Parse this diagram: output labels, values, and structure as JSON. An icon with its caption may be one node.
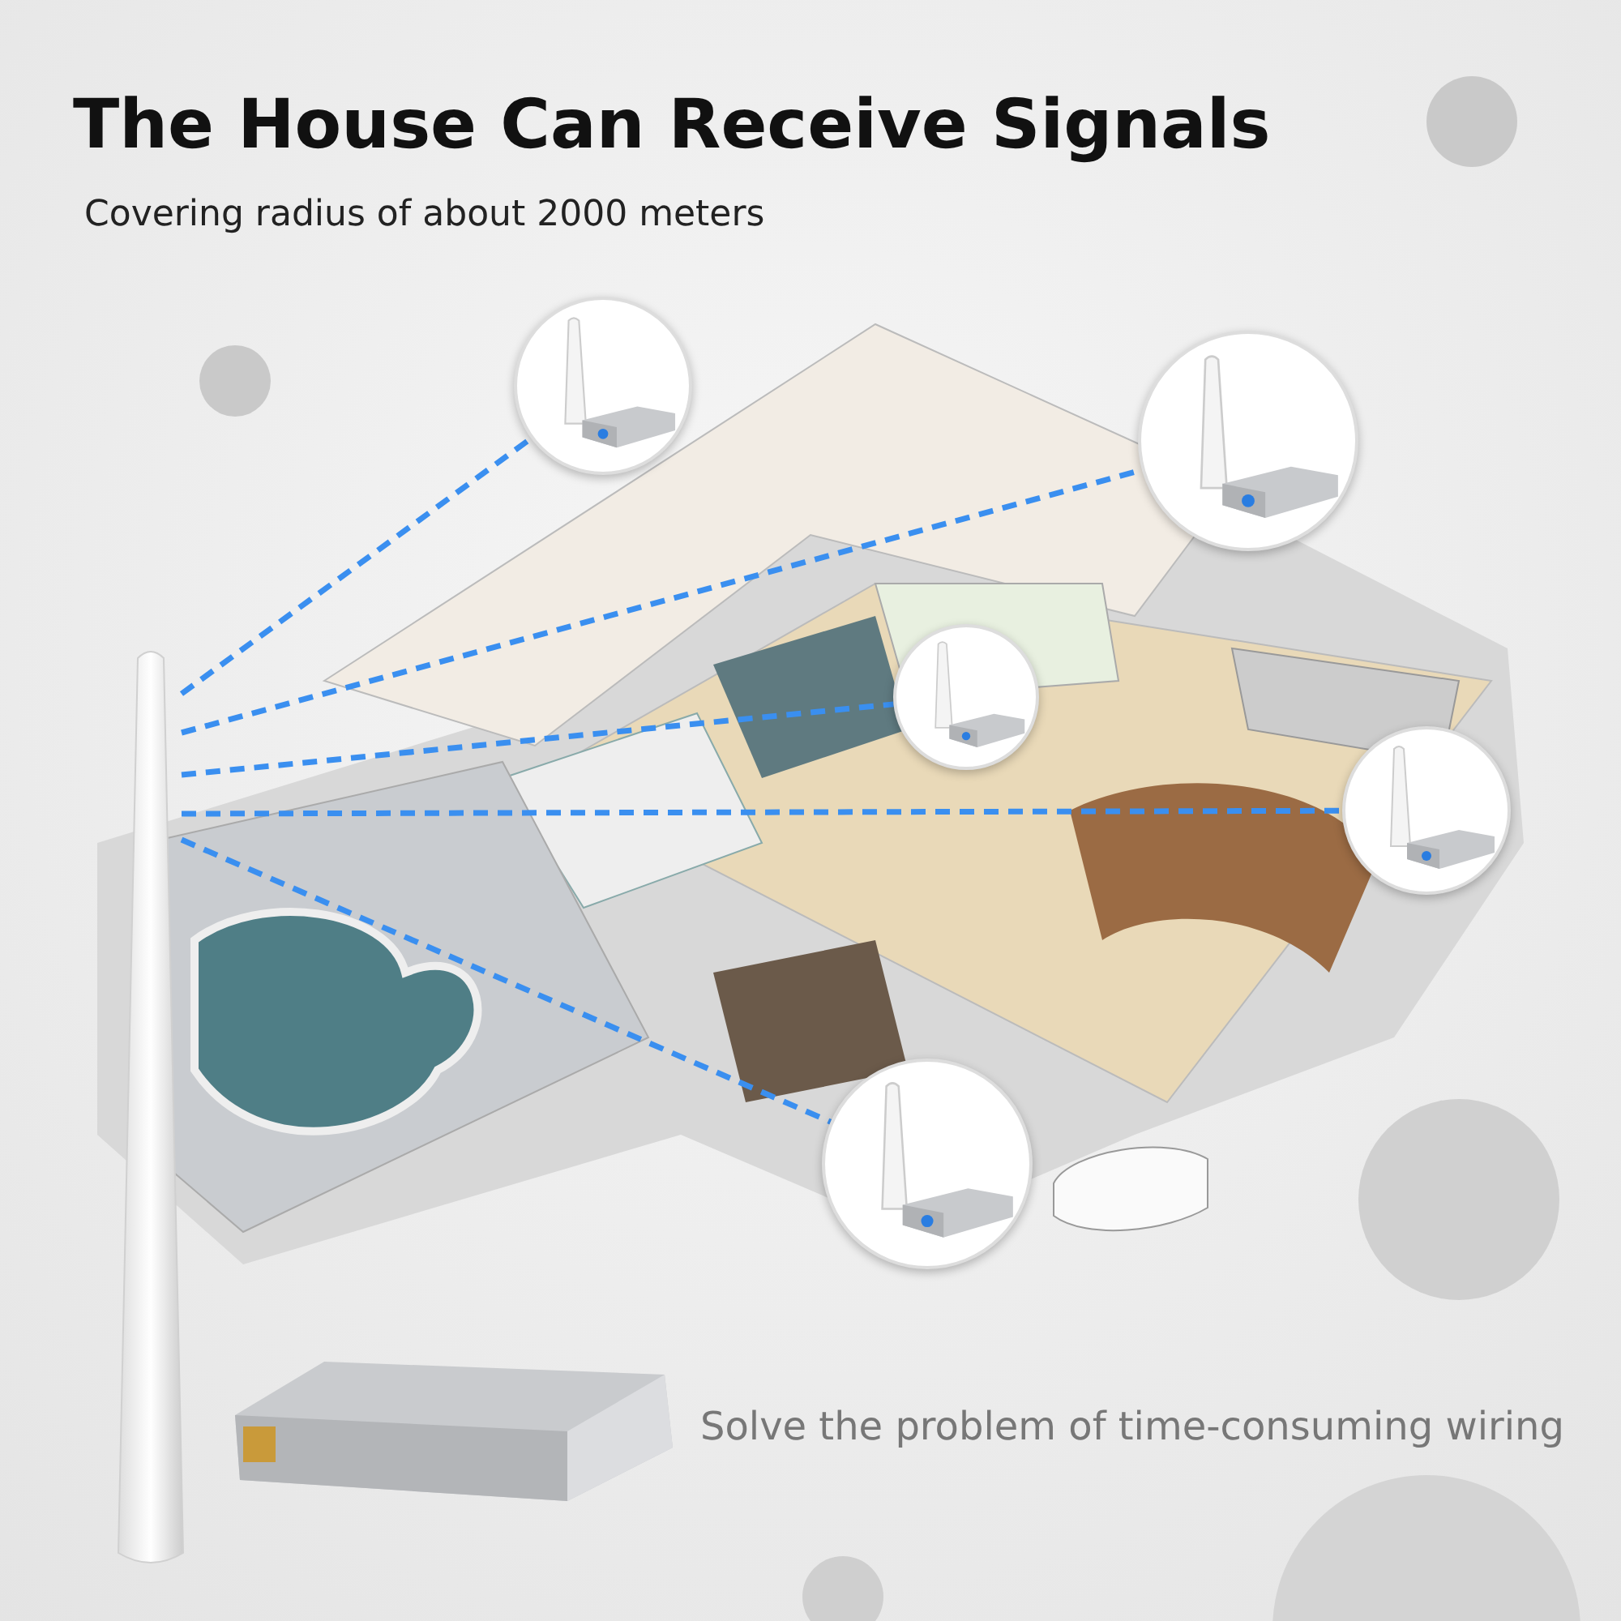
{
  "diagram": {
    "title": "The House Can Receive Signals",
    "nodes": [
      {
        "text": [],
        "shape": "picture"
      },
      {
        "text": [],
        "shape": "picture"
      },
      {
        "text": [],
        "shape": "picture"
      },
      {
        "text": [],
        "shape": "picture"
      },
      {
        "text": [],
        "shape": "picture"
      },
      {
        "text": [],
        "shape": "picture"
      }
    ],
    "edges": [
      {
        "from": 0,
        "to": 1,
        "arrow": "none",
        "style": "dashed",
        "color": "#3a8ff0"
      },
      {
        "from": 0,
        "to": 2,
        "arrow": "none",
        "style": "dashed",
        "color": "#3a8ff0"
      },
      {
        "from": 0,
        "to": 3,
        "arrow": "none",
        "style": "dashed",
        "color": "#3a8ff0"
      },
      {
        "from": 0,
        "to": 4,
        "arrow": "none",
        "style": "dashed",
        "color": "#3a8ff0"
      },
      {
        "from": 0,
        "to": 5,
        "arrow": "none",
        "style": "dashed",
        "color": "#3a8ff0"
      }
    ],
    "labels": [
      "Covering radius of about 2000 meters",
      "Solve the problem of time-consuming wiring"
    ]
  }
}
